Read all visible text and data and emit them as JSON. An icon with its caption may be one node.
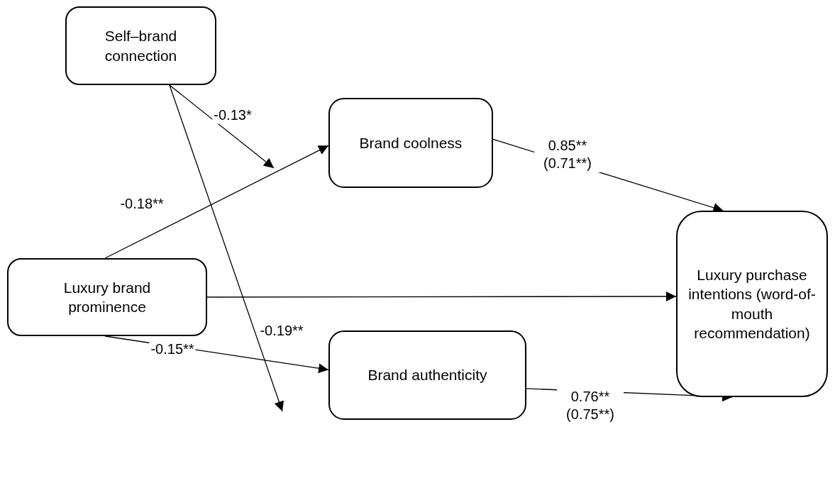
{
  "diagram": {
    "nodes": [
      {
        "text": [
          "Self–brand connection"
        ]
      },
      {
        "text": [
          "Brand coolness"
        ]
      },
      {
        "text": [
          "Luxury brand prominence"
        ]
      },
      {
        "text": [
          "Luxury purchase intentions (word-of-mouth recommendation)"
        ]
      },
      {
        "text": [
          "Brand authenticity"
        ]
      }
    ],
    "edges": [
      {
        "from": 2,
        "to": 1,
        "arrow": "to",
        "label": "-0.18**"
      },
      {
        "from": 1,
        "to": 3,
        "arrow": "to",
        "label": "0.85** (0.71**)"
      },
      {
        "from": 2,
        "to": 3,
        "arrow": "to"
      },
      {
        "from": 2,
        "to": 4,
        "arrow": "to",
        "label": "-0.15**"
      },
      {
        "from": 4,
        "to": 3,
        "arrow": "to",
        "label": "0.76** (0.75**)"
      },
      {
        "from": 0,
        "to": null,
        "arrow": "to",
        "label": "-0.13*"
      },
      {
        "from": 0,
        "to": null,
        "arrow": "to",
        "label": "-0.19**"
      }
    ]
  }
}
